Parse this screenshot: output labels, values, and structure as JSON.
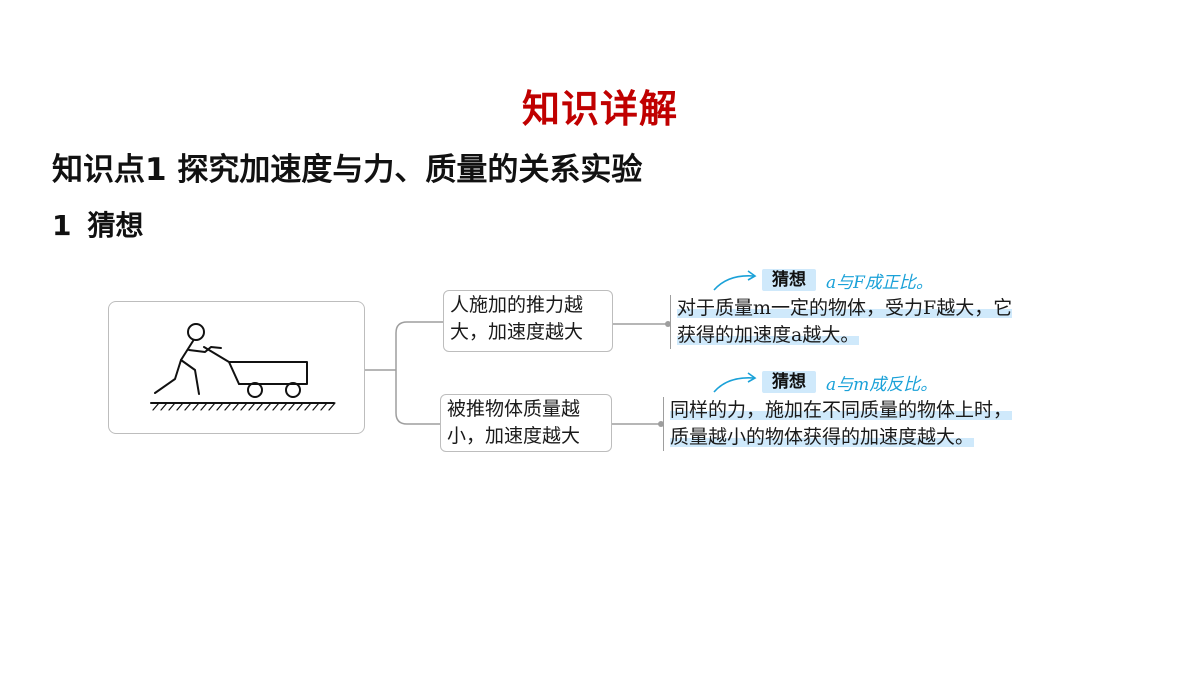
{
  "page_title": "知识详解",
  "section_title": "知识点1  探究加速度与力、质量的关系实验",
  "subsection": {
    "number": "1",
    "title": "猜想"
  },
  "figure": {
    "icon": "person-pushing-cart-icon"
  },
  "branches": [
    {
      "condition_lines": [
        "人施加的推力越",
        "大，加速度越大"
      ],
      "guess_label": "猜想",
      "guess_note": "a与F成正比。",
      "result_lines": [
        "对于质量m一定的物体，受力F越大，它",
        "获得的加速度a越大。"
      ]
    },
    {
      "condition_lines": [
        "被推物体质量越",
        "小，加速度越大"
      ],
      "guess_label": "猜想",
      "guess_note": "a与m成反比。",
      "result_lines": [
        "同样的力，施加在不同质量的物体上时，",
        "质量越小的物体获得的加速度越大。"
      ]
    }
  ],
  "colors": {
    "title_red": "#c00000",
    "highlight_blue": "#cfe9fb",
    "note_blue": "#1aa1d8",
    "border_gray": "#bdbdbd"
  }
}
